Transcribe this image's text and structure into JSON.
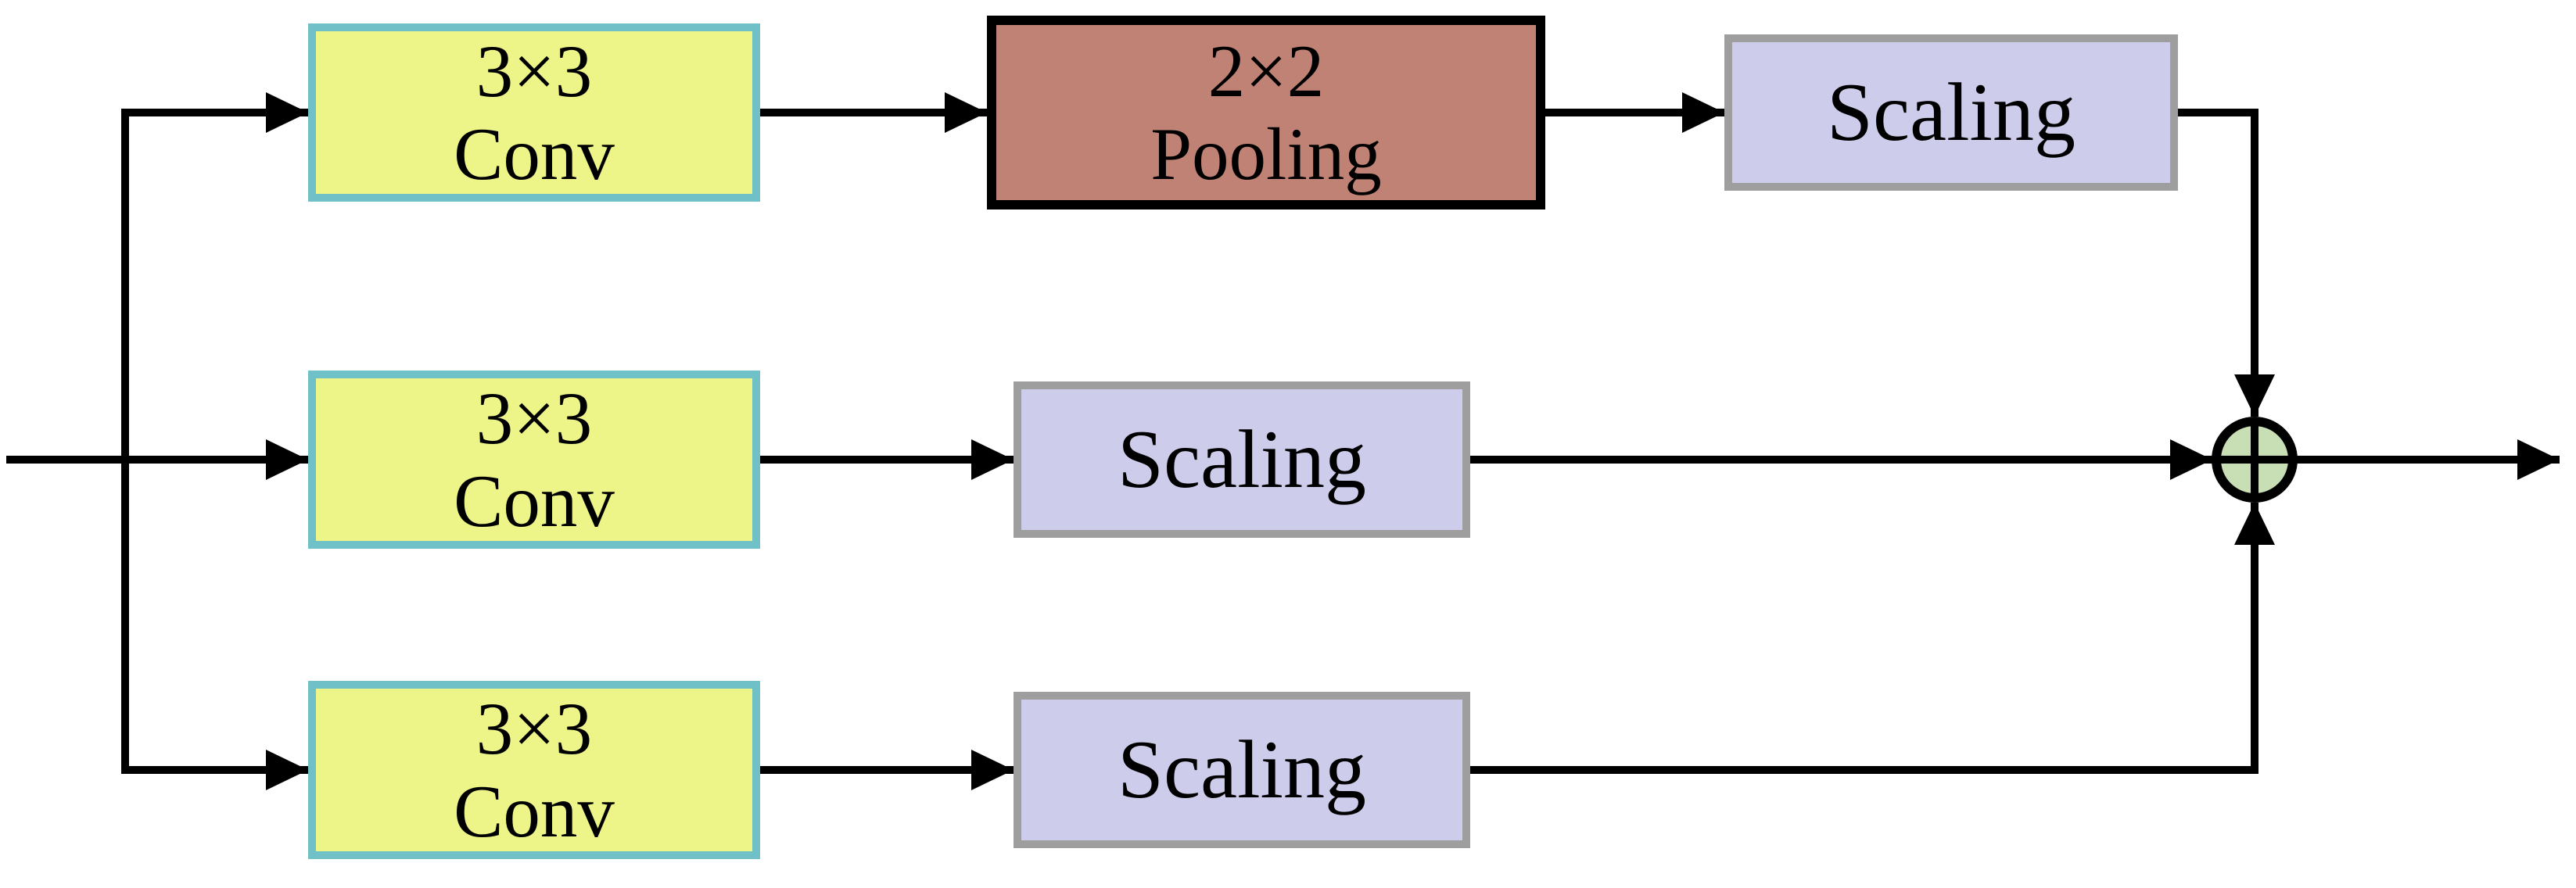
{
  "diagram": {
    "background": "#ffffff",
    "line_color": "#000000",
    "nodes": {
      "conv_top": {
        "label_line1": "3×3",
        "label_line2": "Conv",
        "fill": "#edf488",
        "border_color": "#6fc0c7"
      },
      "conv_middle": {
        "label_line1": "3×3",
        "label_line2": "Conv",
        "fill": "#edf488",
        "border_color": "#6fc0c7"
      },
      "conv_bottom": {
        "label_line1": "3×3",
        "label_line2": "Conv",
        "fill": "#edf488",
        "border_color": "#6fc0c7"
      },
      "pooling": {
        "label_line1": "2×2",
        "label_line2": "Pooling",
        "fill": "#c18276",
        "border_color": "#000000"
      },
      "scaling_top": {
        "label": "Scaling",
        "fill": "#cdcdeb",
        "border_color": "#9e9e9e"
      },
      "scaling_middle": {
        "label": "Scaling",
        "fill": "#cdcdeb",
        "border_color": "#9e9e9e"
      },
      "scaling_bottom": {
        "label": "Scaling",
        "fill": "#cdcdeb",
        "border_color": "#9e9e9e"
      },
      "merge": {
        "symbol": "⊕",
        "fill": "#c8dfb5",
        "border_color": "#000000"
      }
    }
  }
}
